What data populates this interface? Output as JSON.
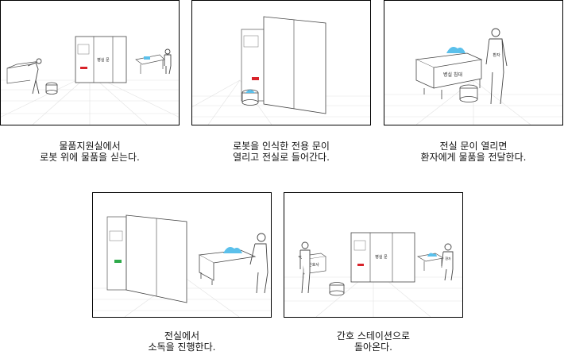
{
  "colors": {
    "bag": "#5bc0eb",
    "grid": "#e2e2e2",
    "outline": "#444444",
    "red_light": "#d8232a",
    "green_light": "#2eaa4a"
  },
  "panels": [
    {
      "caption": "물품지원실에서\n로봇 위에 물품을 싣는다.",
      "door_label": "병실 문"
    },
    {
      "caption": "로봇을 인식한 전용 문이\n열리고 전실로 들어간다."
    },
    {
      "caption": "전실 문이 열리면\n환자에게 물품을 전달한다.",
      "bed_label": "병실 침대",
      "person_label": "환자"
    },
    {
      "caption": "전실에서\n소독을 진행한다."
    },
    {
      "caption": "간호 스테이션으로\n돌아온다.",
      "door_label": "병실 문",
      "desk_label": "간호사",
      "person_label": "환자"
    }
  ]
}
